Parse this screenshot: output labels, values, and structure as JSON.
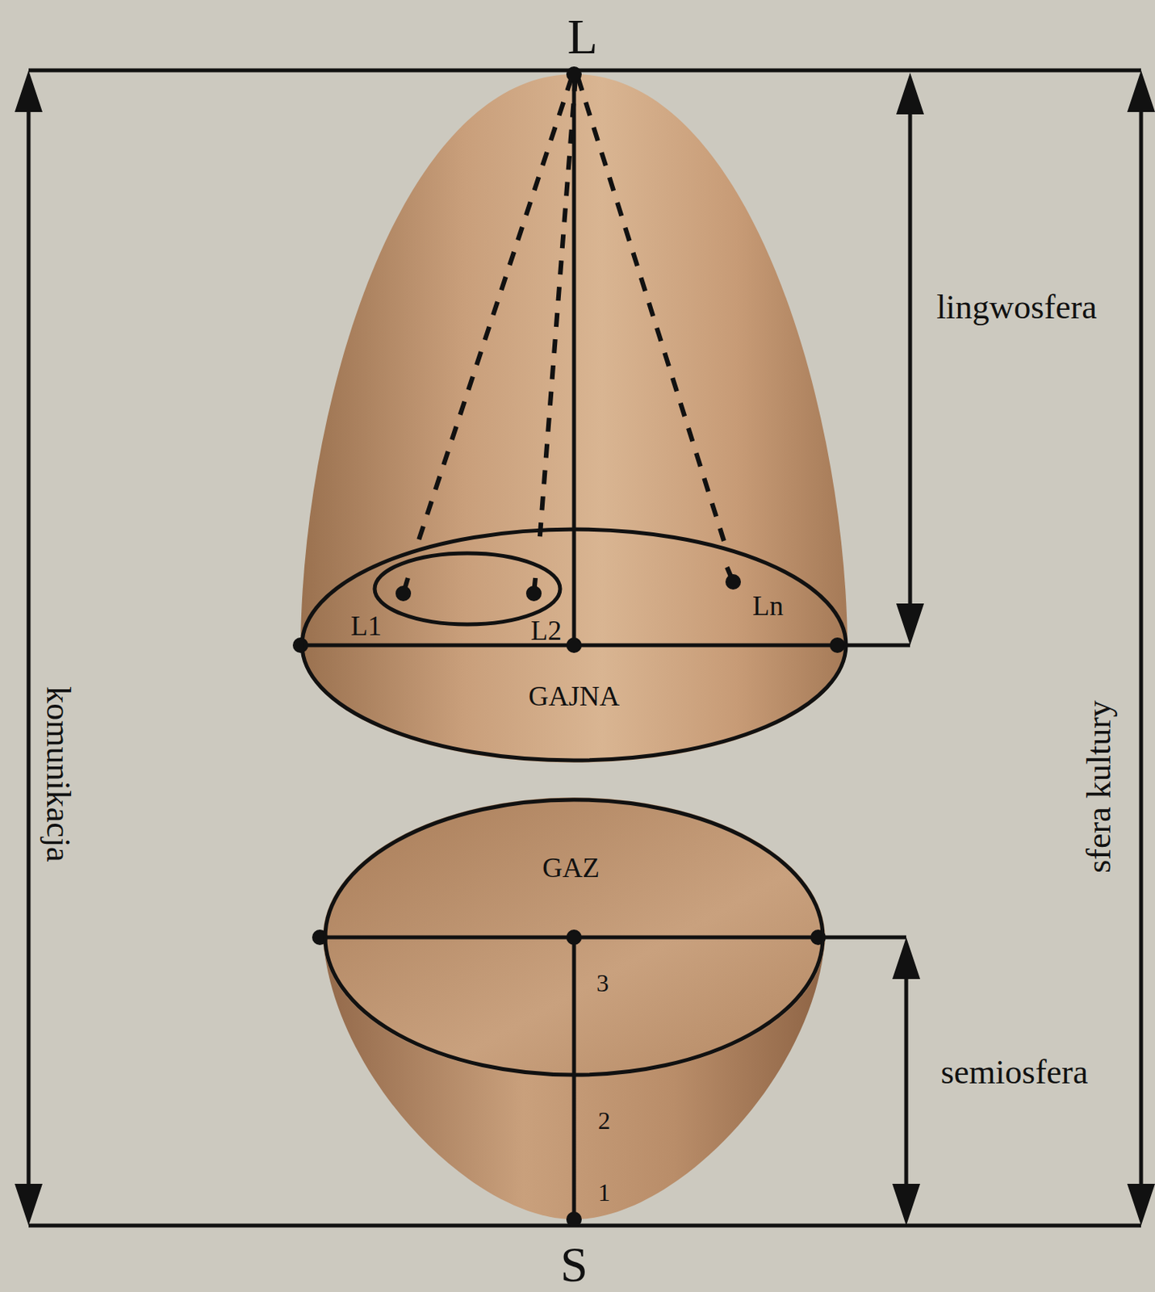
{
  "diagram": {
    "nodes": [
      {
        "text": [
          "GAJNA"
        ]
      },
      {
        "text": [
          "GAZ"
        ]
      }
    ],
    "labels": [
      "L",
      "S",
      "L1",
      "L2",
      "Ln",
      "lingwosfera",
      "semiosfera",
      "komunikacja",
      "sfera kultury",
      "3",
      "2",
      "1"
    ]
  }
}
